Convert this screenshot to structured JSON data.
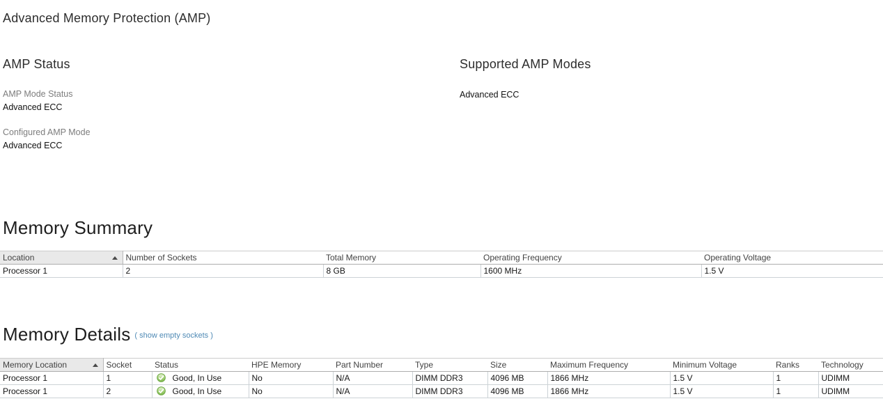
{
  "page": {
    "title": "Advanced Memory Protection (AMP)"
  },
  "amp_status": {
    "heading": "AMP Status",
    "fields": [
      {
        "label": "AMP Mode Status",
        "value": "Advanced ECC"
      },
      {
        "label": "Configured AMP Mode",
        "value": "Advanced ECC"
      }
    ]
  },
  "supported_modes": {
    "heading": "Supported AMP Modes",
    "modes": [
      "Advanced ECC"
    ]
  },
  "memory_summary": {
    "heading": "Memory Summary",
    "sorted_column": "Location",
    "sort_direction": "ascending",
    "columns": [
      "Location",
      "Number of Sockets",
      "Total Memory",
      "Operating Frequency",
      "Operating Voltage"
    ],
    "rows": [
      {
        "location": "Processor 1",
        "sockets": "2",
        "total_memory": "8 GB",
        "operating_frequency": "1600 MHz",
        "operating_voltage": "1.5 V"
      }
    ]
  },
  "memory_details": {
    "heading": "Memory Details",
    "link": {
      "open": "(",
      "label": "show empty sockets",
      "close": ")"
    },
    "sorted_column": "Memory Location",
    "sort_direction": "ascending",
    "columns": [
      "Memory Location",
      "Socket",
      "Status",
      "HPE Memory",
      "Part Number",
      "Type",
      "Size",
      "Maximum Frequency",
      "Minimum Voltage",
      "Ranks",
      "Technology"
    ],
    "rows": [
      {
        "memory_location": "Processor 1",
        "socket": "1",
        "status": "Good, In Use",
        "status_icon": "check-circle-green",
        "hpe_memory": "No",
        "part_number": "N/A",
        "type": "DIMM DDR3",
        "size": "4096 MB",
        "max_frequency": "1866 MHz",
        "min_voltage": "1.5 V",
        "ranks": "1",
        "technology": "UDIMM"
      },
      {
        "memory_location": "Processor 1",
        "socket": "2",
        "status": "Good, In Use",
        "status_icon": "check-circle-green",
        "hpe_memory": "No",
        "part_number": "N/A",
        "type": "DIMM DDR3",
        "size": "4096 MB",
        "max_frequency": "1866 MHz",
        "min_voltage": "1.5 V",
        "ranks": "1",
        "technology": "UDIMM"
      }
    ]
  },
  "icons": {
    "sort": "triangle-up",
    "status_ok": "check-circle-green"
  },
  "colors": {
    "link_blue": "#4f8ab5",
    "status_green": "#7fba4d",
    "sorted_header_bg": "#e9e9e9",
    "table_border": "#ccd2d6",
    "label_grey": "#7d7d7d"
  }
}
